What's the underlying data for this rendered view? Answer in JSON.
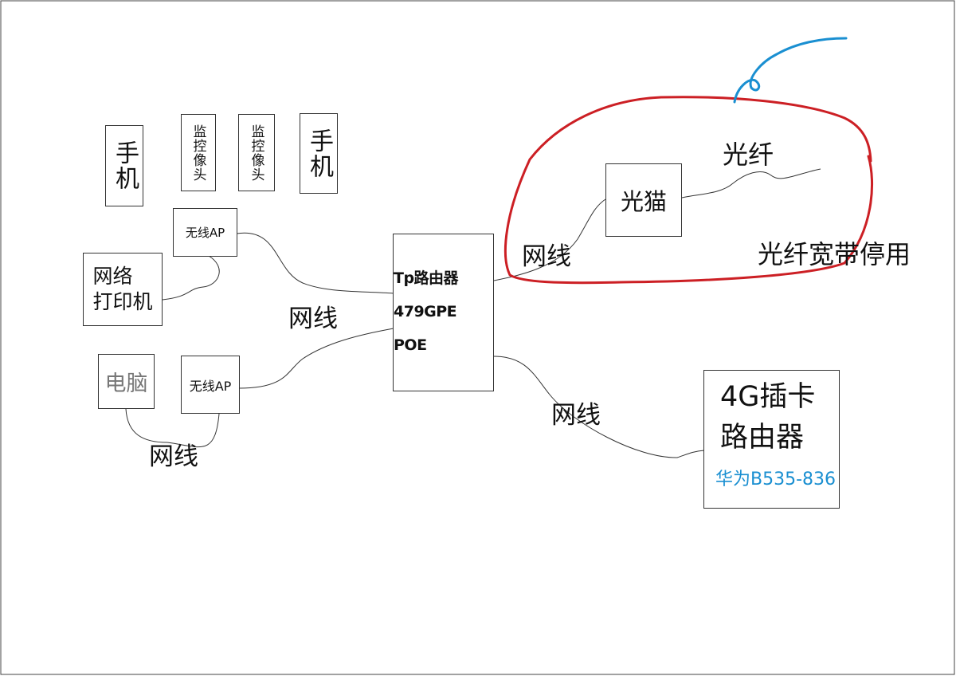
{
  "nodes": {
    "phone_left": "手机",
    "camera_1": "监控像头",
    "camera_2": "监控像头",
    "phone_right": "手机",
    "ap_top": "无线AP",
    "printer": "网络\n打印机",
    "computer": "电脑",
    "ap_bottom": "无线AP",
    "tp_router": "Tp路由器\n479GPE POE",
    "optical_modem": "光猫",
    "lte_router": "4G插卡\n路由器",
    "lte_model": "华为B535-836"
  },
  "labels": {
    "cable_center": "网线",
    "cable_bottom_left": "网线",
    "cable_to_modem": "网线",
    "cable_to_4g": "网线",
    "fiber": "光纤",
    "fiber_note": "光纤宽带停用"
  },
  "colors": {
    "annotation_circle": "#cc1f24",
    "annotation_pen": "#1a8fd1",
    "model_text": "#1a8fd1"
  }
}
